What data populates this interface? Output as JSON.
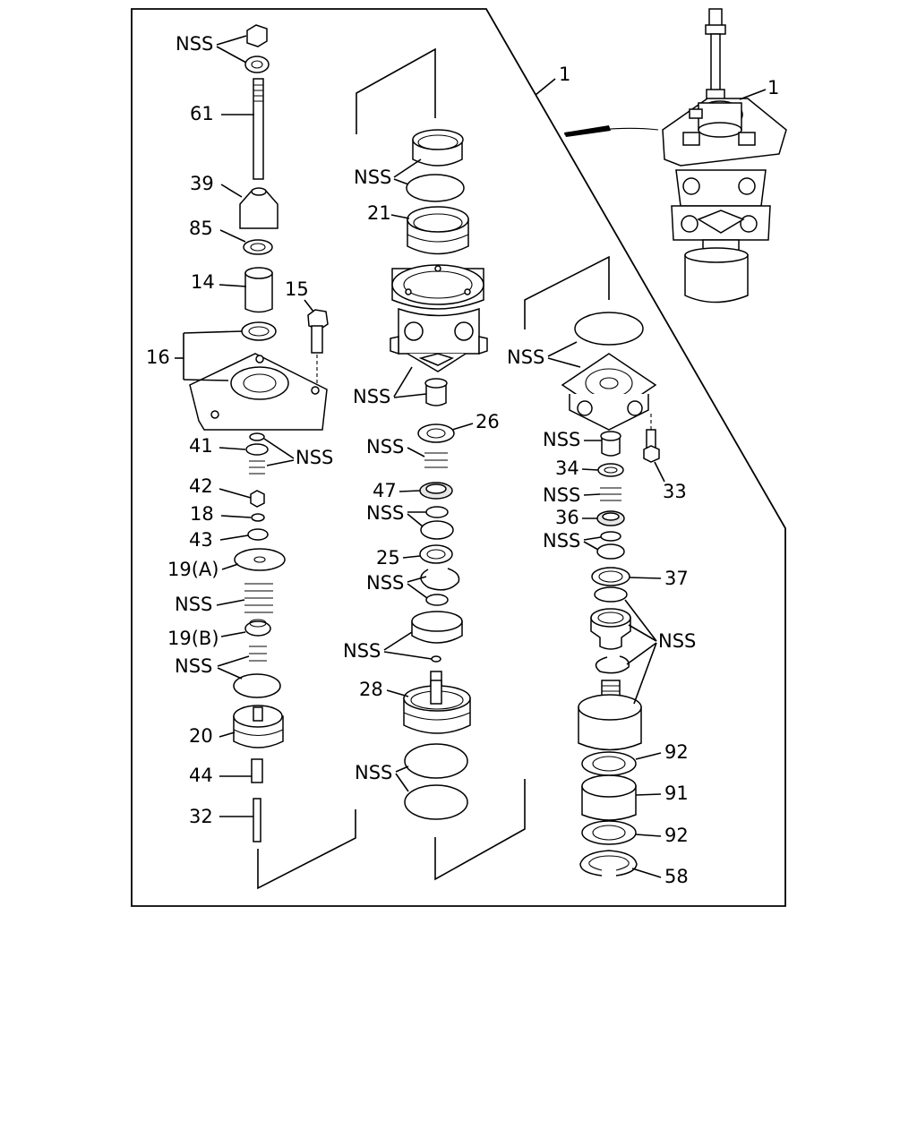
{
  "callouts": {
    "ref_1_top": "1",
    "ref_1_frame": "1",
    "nss": "NSS",
    "p61": "61",
    "p39": "39",
    "p85": "85",
    "p14": "14",
    "p15": "15",
    "p16": "16",
    "p41": "41",
    "p42": "42",
    "p18": "18",
    "p43": "43",
    "p19a": "19(A)",
    "p19b": "19(B)",
    "p20": "20",
    "p44": "44",
    "p32": "32",
    "p21": "21",
    "p26": "26",
    "p47": "47",
    "p25": "25",
    "p28": "28",
    "p34": "34",
    "p33": "33",
    "p36": "36",
    "p37": "37",
    "p92a": "92",
    "p91": "91",
    "p92b": "92",
    "p58": "58"
  }
}
